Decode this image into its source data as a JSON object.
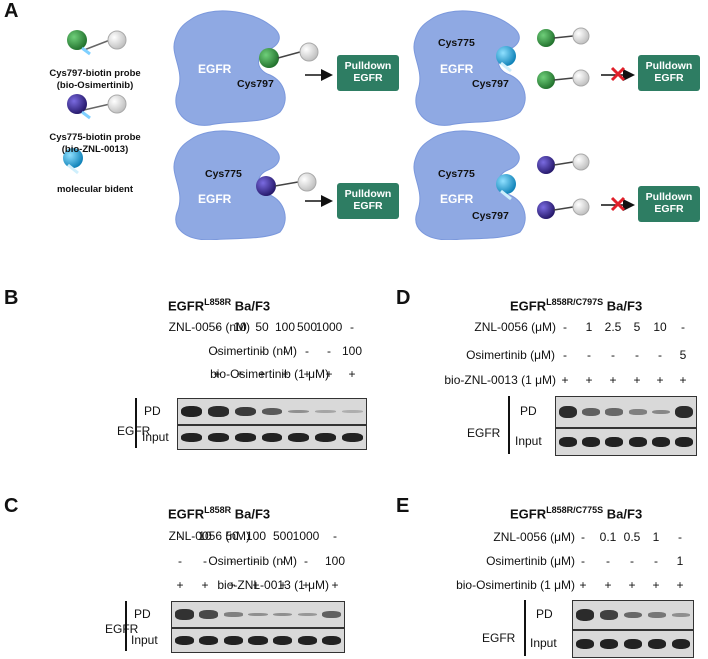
{
  "panel_a": {
    "label": "A",
    "legend": {
      "probe1_name": "Cys797-biotin probe",
      "probe1_sub": "(bio-Osimertinib)",
      "probe2_name": "Cys775-biotin probe",
      "probe2_sub": "(bio-ZNL-0013)",
      "bident": "molecular bident"
    },
    "protein": "EGFR",
    "cys797": "Cys797",
    "cys775": "Cys775",
    "pulldown": "Pulldown",
    "pulldown_target": "EGFR"
  },
  "panel_b": {
    "label": "B",
    "title_main": "EGFR",
    "title_sup": "L858R",
    "title_tail": " Ba/F3",
    "rows": [
      {
        "label": "ZNL-0056 (nM)",
        "values": [
          "-",
          "10",
          "50",
          "100",
          "500",
          "1000",
          "-"
        ]
      },
      {
        "label": "Osimertinib (nM)",
        "values": [
          "-",
          "-",
          "-",
          "-",
          "-",
          "-",
          "100"
        ]
      },
      {
        "label": "bio-Osimertinib (1 μM)",
        "values": [
          "+",
          "+",
          "+",
          "+",
          "+",
          "+",
          "+"
        ]
      }
    ],
    "blot_protein": "EGFR",
    "pd": "PD",
    "input": "Input",
    "pd_intensity": [
      1.0,
      0.95,
      0.85,
      0.65,
      0.3,
      0.15,
      0.1
    ]
  },
  "panel_c": {
    "label": "C",
    "title_main": "EGFR",
    "title_sup": "L858R",
    "title_tail": " Ba/F3",
    "rows": [
      {
        "label": "ZNL-0056 (nM)",
        "values": [
          "-",
          "10",
          "50",
          "100",
          "500",
          "1000",
          "-"
        ]
      },
      {
        "label": "Osimertinib (nM)",
        "values": [
          "-",
          "-",
          "-",
          "-",
          "-",
          "-",
          "100"
        ]
      },
      {
        "label": "bio-ZNL-0013 (1 μM)",
        "values": [
          "+",
          "+",
          "+",
          "+",
          "+",
          "+",
          "+"
        ]
      }
    ],
    "blot_protein": "EGFR",
    "pd": "PD",
    "input": "Input",
    "pd_intensity": [
      0.9,
      0.75,
      0.4,
      0.3,
      0.3,
      0.25,
      0.6
    ]
  },
  "panel_d": {
    "label": "D",
    "title_main": "EGFR",
    "title_sup": "L858R/C797S",
    "title_tail": " Ba/F3",
    "rows": [
      {
        "label": "ZNL-0056 (μM)",
        "values": [
          "-",
          "1",
          "2.5",
          "5",
          "10",
          "-"
        ]
      },
      {
        "label": "Osimertinib (μM)",
        "values": [
          "-",
          "-",
          "-",
          "-",
          "-",
          "5"
        ]
      },
      {
        "label": "bio-ZNL-0013 (1 μM)",
        "values": [
          "+",
          "+",
          "+",
          "+",
          "+",
          "+"
        ]
      }
    ],
    "blot_protein": "EGFR",
    "pd": "PD",
    "input": "Input",
    "pd_intensity": [
      0.95,
      0.6,
      0.55,
      0.4,
      0.35,
      0.95
    ]
  },
  "panel_e": {
    "label": "E",
    "title_main": "EGFR",
    "title_sup": "L858R/C775S",
    "title_tail": " Ba/F3",
    "rows": [
      {
        "label": "ZNL-0056 (μM)",
        "values": [
          "-",
          "0.1",
          "0.5",
          "1",
          "-"
        ]
      },
      {
        "label": "Osimertinib (μM)",
        "values": [
          "-",
          "-",
          "-",
          "-",
          "1"
        ]
      },
      {
        "label": "bio-Osimertinib (1 μM)",
        "values": [
          "+",
          "+",
          "+",
          "+",
          "+"
        ]
      }
    ],
    "blot_protein": "EGFR",
    "pd": "PD",
    "input": "Input",
    "pd_intensity": [
      0.95,
      0.8,
      0.55,
      0.45,
      0.3
    ]
  },
  "colors": {
    "protein": "#8fa9e3",
    "protein_edge": "#6f8fd6",
    "green_probe": "#2e8b3a",
    "purple_probe": "#3b2a8c",
    "bident": "#1ea6d9",
    "pulldown_box": "#2e7d63",
    "cross": "#e0202a"
  }
}
